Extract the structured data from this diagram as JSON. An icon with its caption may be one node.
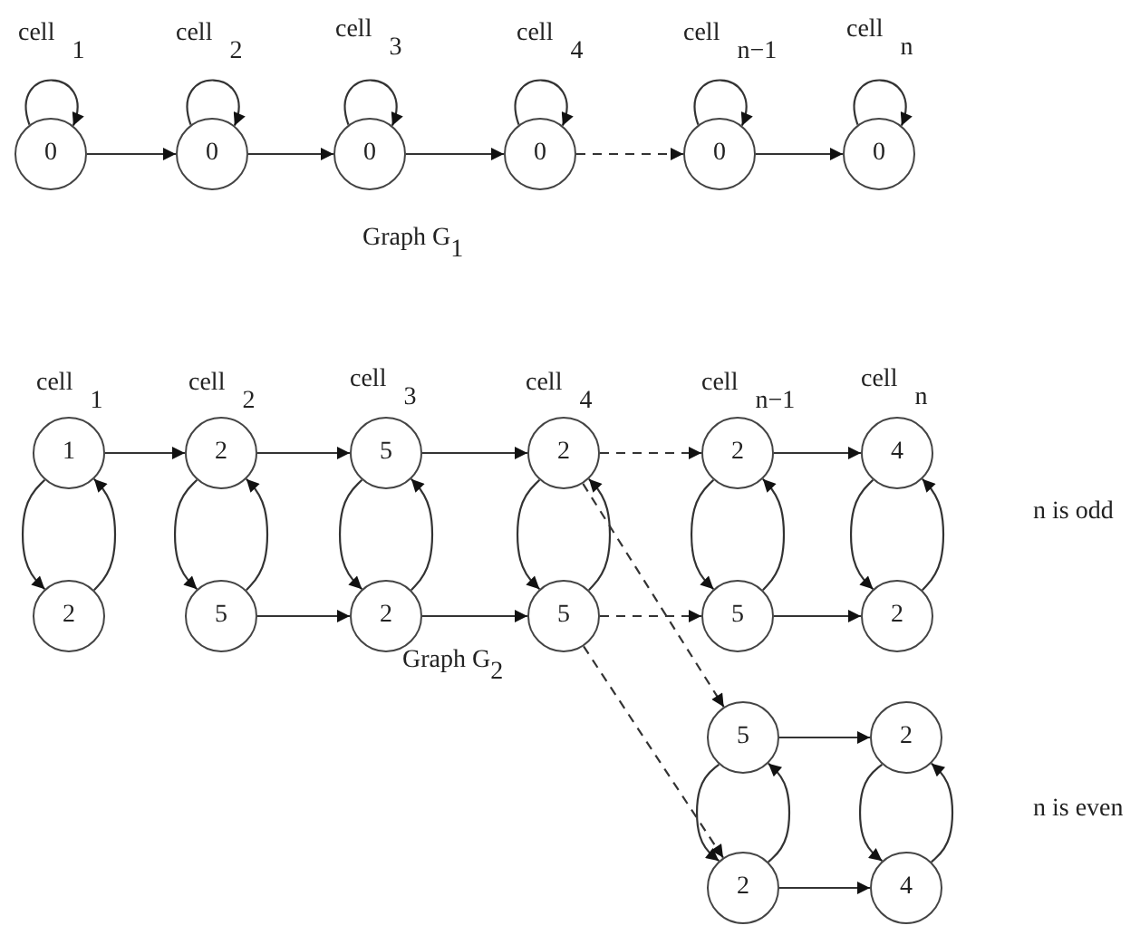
{
  "diagram": {
    "nodes": [
      {
        "text": [
          "0"
        ]
      },
      {
        "text": [
          "0"
        ]
      },
      {
        "text": [
          "0"
        ]
      },
      {
        "text": [
          "0"
        ]
      },
      {
        "text": [
          "0"
        ]
      },
      {
        "text": [
          "0"
        ]
      },
      {
        "text": [
          "1"
        ]
      },
      {
        "text": [
          "2"
        ]
      },
      {
        "text": [
          "2"
        ]
      },
      {
        "text": [
          "5"
        ]
      },
      {
        "text": [
          "5"
        ]
      },
      {
        "text": [
          "2"
        ]
      },
      {
        "text": [
          "2"
        ]
      },
      {
        "text": [
          "5"
        ]
      },
      {
        "text": [
          "2"
        ]
      },
      {
        "text": [
          "5"
        ]
      },
      {
        "text": [
          "4"
        ]
      },
      {
        "text": [
          "2"
        ]
      },
      {
        "text": [
          "5"
        ]
      },
      {
        "text": [
          "2"
        ]
      },
      {
        "text": [
          "2"
        ]
      },
      {
        "text": [
          "4"
        ]
      }
    ],
    "edges": [
      {
        "from": 0,
        "to": 0,
        "arrow": "to"
      },
      {
        "from": 1,
        "to": 1,
        "arrow": "to"
      },
      {
        "from": 2,
        "to": 2,
        "arrow": "to"
      },
      {
        "from": 3,
        "to": 3,
        "arrow": "to"
      },
      {
        "from": 4,
        "to": 4,
        "arrow": "to"
      },
      {
        "from": 5,
        "to": 5,
        "arrow": "to"
      },
      {
        "from": 0,
        "to": 1,
        "arrow": "to"
      },
      {
        "from": 1,
        "to": 2,
        "arrow": "to"
      },
      {
        "from": 2,
        "to": 3,
        "arrow": "to"
      },
      {
        "from": 3,
        "to": 4,
        "arrow": "to",
        "style": "dashed"
      },
      {
        "from": 4,
        "to": 5,
        "arrow": "to"
      },
      {
        "from": 6,
        "to": 7,
        "arrow": "to"
      },
      {
        "from": 7,
        "to": 6,
        "arrow": "to"
      },
      {
        "from": 8,
        "to": 9,
        "arrow": "to"
      },
      {
        "from": 9,
        "to": 8,
        "arrow": "to"
      },
      {
        "from": 10,
        "to": 11,
        "arrow": "to"
      },
      {
        "from": 11,
        "to": 10,
        "arrow": "to"
      },
      {
        "from": 12,
        "to": 13,
        "arrow": "to"
      },
      {
        "from": 13,
        "to": 12,
        "arrow": "to"
      },
      {
        "from": 14,
        "to": 15,
        "arrow": "to"
      },
      {
        "from": 15,
        "to": 14,
        "arrow": "to"
      },
      {
        "from": 16,
        "to": 17,
        "arrow": "to"
      },
      {
        "from": 17,
        "to": 16,
        "arrow": "to"
      },
      {
        "from": 18,
        "to": 19,
        "arrow": "to"
      },
      {
        "from": 19,
        "to": 18,
        "arrow": "to"
      },
      {
        "from": 20,
        "to": 21,
        "arrow": "to"
      },
      {
        "from": 21,
        "to": 20,
        "arrow": "to"
      },
      {
        "from": 6,
        "to": 8,
        "arrow": "to"
      },
      {
        "from": 8,
        "to": 10,
        "arrow": "to"
      },
      {
        "from": 9,
        "to": 11,
        "arrow": "to"
      },
      {
        "from": 10,
        "to": 12,
        "arrow": "to"
      },
      {
        "from": 11,
        "to": 13,
        "arrow": "to"
      },
      {
        "from": 12,
        "to": 14,
        "arrow": "to",
        "style": "dashed"
      },
      {
        "from": 13,
        "to": 15,
        "arrow": "to",
        "style": "dashed"
      },
      {
        "from": 14,
        "to": 16,
        "arrow": "to"
      },
      {
        "from": 15,
        "to": 17,
        "arrow": "to"
      },
      {
        "from": 12,
        "to": 18,
        "arrow": "to",
        "style": "dashed"
      },
      {
        "from": 13,
        "to": 19,
        "arrow": "to",
        "style": "dashed"
      },
      {
        "from": 18,
        "to": 20,
        "arrow": "to"
      },
      {
        "from": 19,
        "to": 21,
        "arrow": "to"
      }
    ],
    "labels": [
      "cell $_{1}$",
      "cell $_{2}$",
      "cell $_{3}$",
      "cell $_{4}$",
      "cell $_{n−1}$",
      "cell $_{n}$",
      "Graph G$_{1}$",
      "cell $_{1}$",
      "cell $_{2}$",
      "cell $_{3}$",
      "cell $_{4}$",
      "cell $_{n−1}$",
      "cell $_{n}$",
      "n is odd",
      "Graph G$_{2}$",
      "n is even"
    ]
  }
}
